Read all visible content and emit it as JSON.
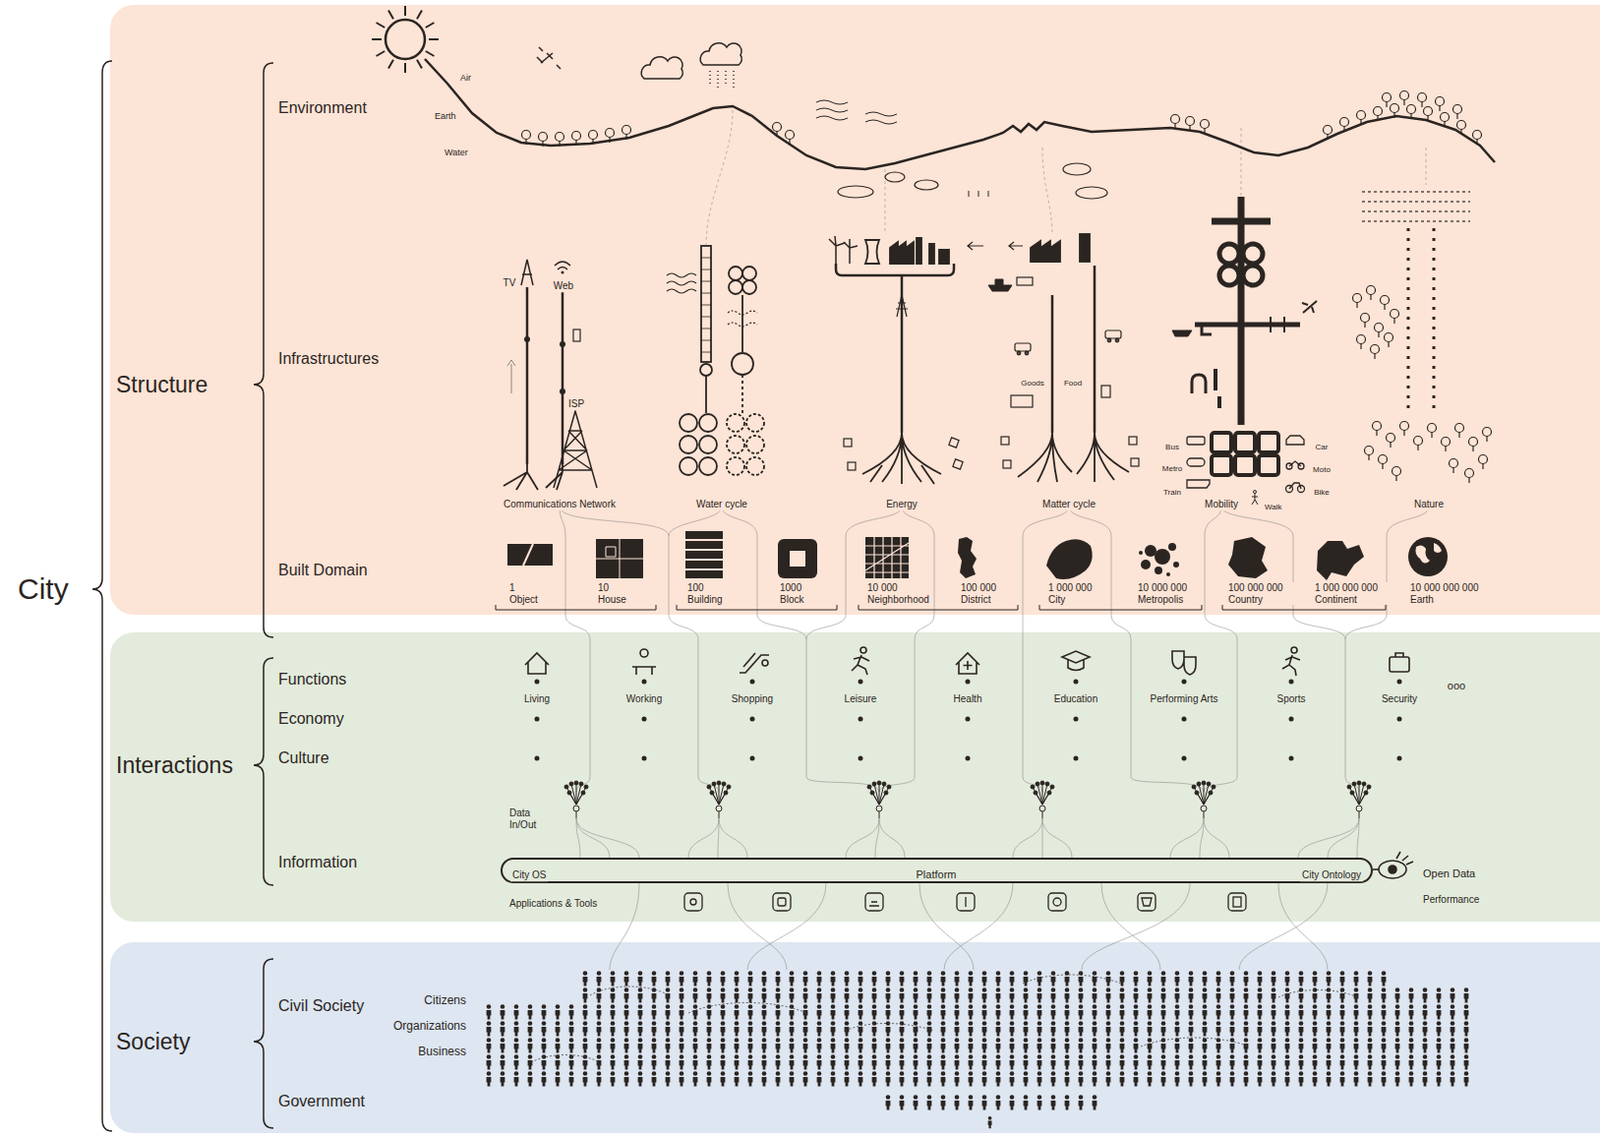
{
  "diagram": {
    "nodes": [
      {
        "text": [
          "Structure"
        ]
      },
      {
        "text": [
          "Interactions"
        ]
      },
      {
        "text": [
          "Society"
        ]
      },
      {
        "text": [
          "City OS",
          "Platform",
          "City Ontology"
        ],
        "in": 1
      }
    ],
    "labels": [
      "City",
      "Environment",
      "Air",
      "Earth",
      "Water",
      "Infrastructures",
      "TV",
      "Web",
      "ISP",
      "Goods",
      "Food",
      "Bus",
      "Metro",
      "Train",
      "Car",
      "Moto",
      "Bike",
      "Communications Network",
      "Water cycle",
      "Energy",
      "Matter cycle",
      "Mobility",
      "Walk",
      "Nature",
      "Built Domain",
      "1 Object",
      "10 House",
      "100 Building",
      "1000 Block",
      "10 000 Neighborhood",
      "100 000 District",
      "1 000 000 City",
      "10 000 000 Metropolis",
      "100 000 000 Country",
      "1 000 000 000 Continent",
      "10 000 000 000 Earth",
      "Functions",
      "Living",
      "Working",
      "Shopping",
      "Leisure",
      "Health",
      "Education",
      "Performing Arts",
      "Sports",
      "Security",
      "ooo",
      "Economy",
      "Culture",
      "Data In/Out",
      "Information",
      "Applications & Tools",
      "Open Data",
      "Performance",
      "Civil Society",
      "Citizens",
      "Organizations",
      "Business",
      "Government"
    ]
  }
}
